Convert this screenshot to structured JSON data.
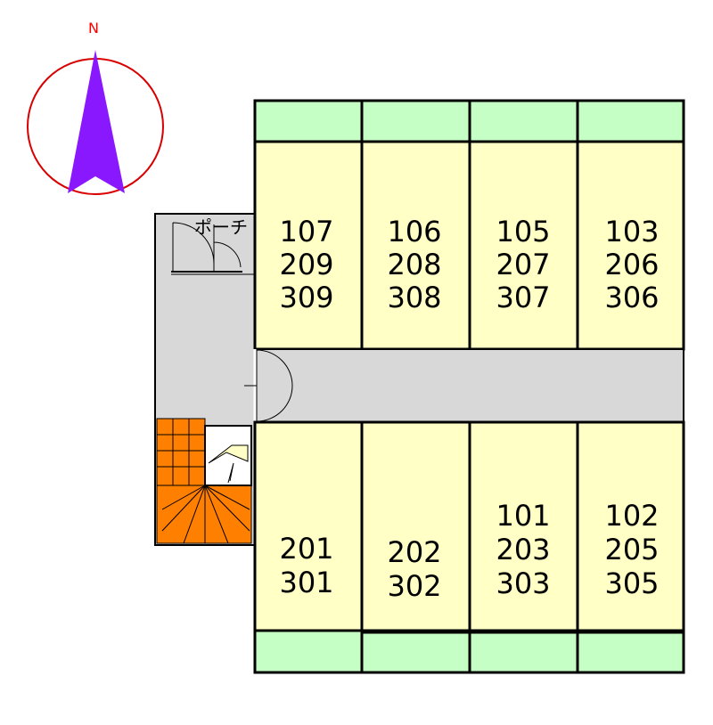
{
  "compass": {
    "label": "N",
    "ring_color": "#d80000",
    "needle_color": "#8a18ff",
    "label_color": "#ff0000"
  },
  "colors": {
    "room_fill": "#ffffc6",
    "balcony_fill": "#c6ffc6",
    "corridor_fill": "#d8d8d8",
    "stair_fill": "#ff7f00",
    "wall": "#000000"
  },
  "porch_label": "ポーチ",
  "north_units": [
    {
      "lines": [
        "107",
        "209",
        "309"
      ]
    },
    {
      "lines": [
        "106",
        "208",
        "308"
      ]
    },
    {
      "lines": [
        "105",
        "207",
        "307"
      ]
    },
    {
      "lines": [
        "103",
        "206",
        "306"
      ]
    }
  ],
  "south_units": [
    {
      "lines": [
        "201",
        "301"
      ]
    },
    {
      "lines": [
        "202",
        "302"
      ]
    },
    {
      "lines": [
        "101",
        "203",
        "303"
      ]
    },
    {
      "lines": [
        "102",
        "205",
        "305"
      ]
    }
  ]
}
